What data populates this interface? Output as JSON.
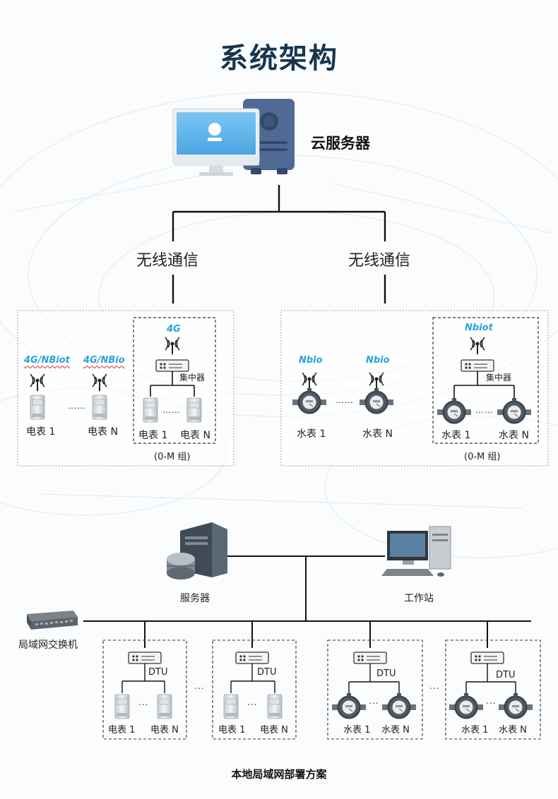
{
  "title": "系统架构",
  "cloud_server_label": "云服务器",
  "wireless_left": "无线通信",
  "wireless_right": "无线通信",
  "electric_group": {
    "protocol_1": "4G/NBiot",
    "protocol_n": "4G/NBio",
    "meter_1": "电表 1",
    "meter_n": "电表 N",
    "concentrator_protocol": "4G",
    "concentrator_label": "集中器",
    "sub_meter_1": "电表 1",
    "sub_meter_n": "电表 N",
    "group_note": "(0-M 组)"
  },
  "water_group": {
    "protocol_1": "Nbio",
    "protocol_n": "Nbio",
    "meter_1": "水表 1",
    "meter_n": "水表 N",
    "concentrator_protocol": "Nbiot",
    "concentrator_label": "集中器",
    "sub_meter_1": "水表 1",
    "sub_meter_n": "水表 N",
    "group_note": "(0-M 组)"
  },
  "local": {
    "server_label": "服务器",
    "workstation_label": "工作站",
    "switch_label": "局域网交换机",
    "dtu_label": "DTU",
    "electric_1": "电表 1",
    "electric_n": "电表 N",
    "water_1": "水表 1",
    "water_n": "水表 N",
    "ellipsis": "..."
  },
  "caption": "本地局域网部署方案",
  "colors": {
    "title": "#17364f",
    "protocol": "#2aa3dc",
    "line": "#111111",
    "monitor_screen": "#64b6ea",
    "tower": "#4f6a94"
  }
}
